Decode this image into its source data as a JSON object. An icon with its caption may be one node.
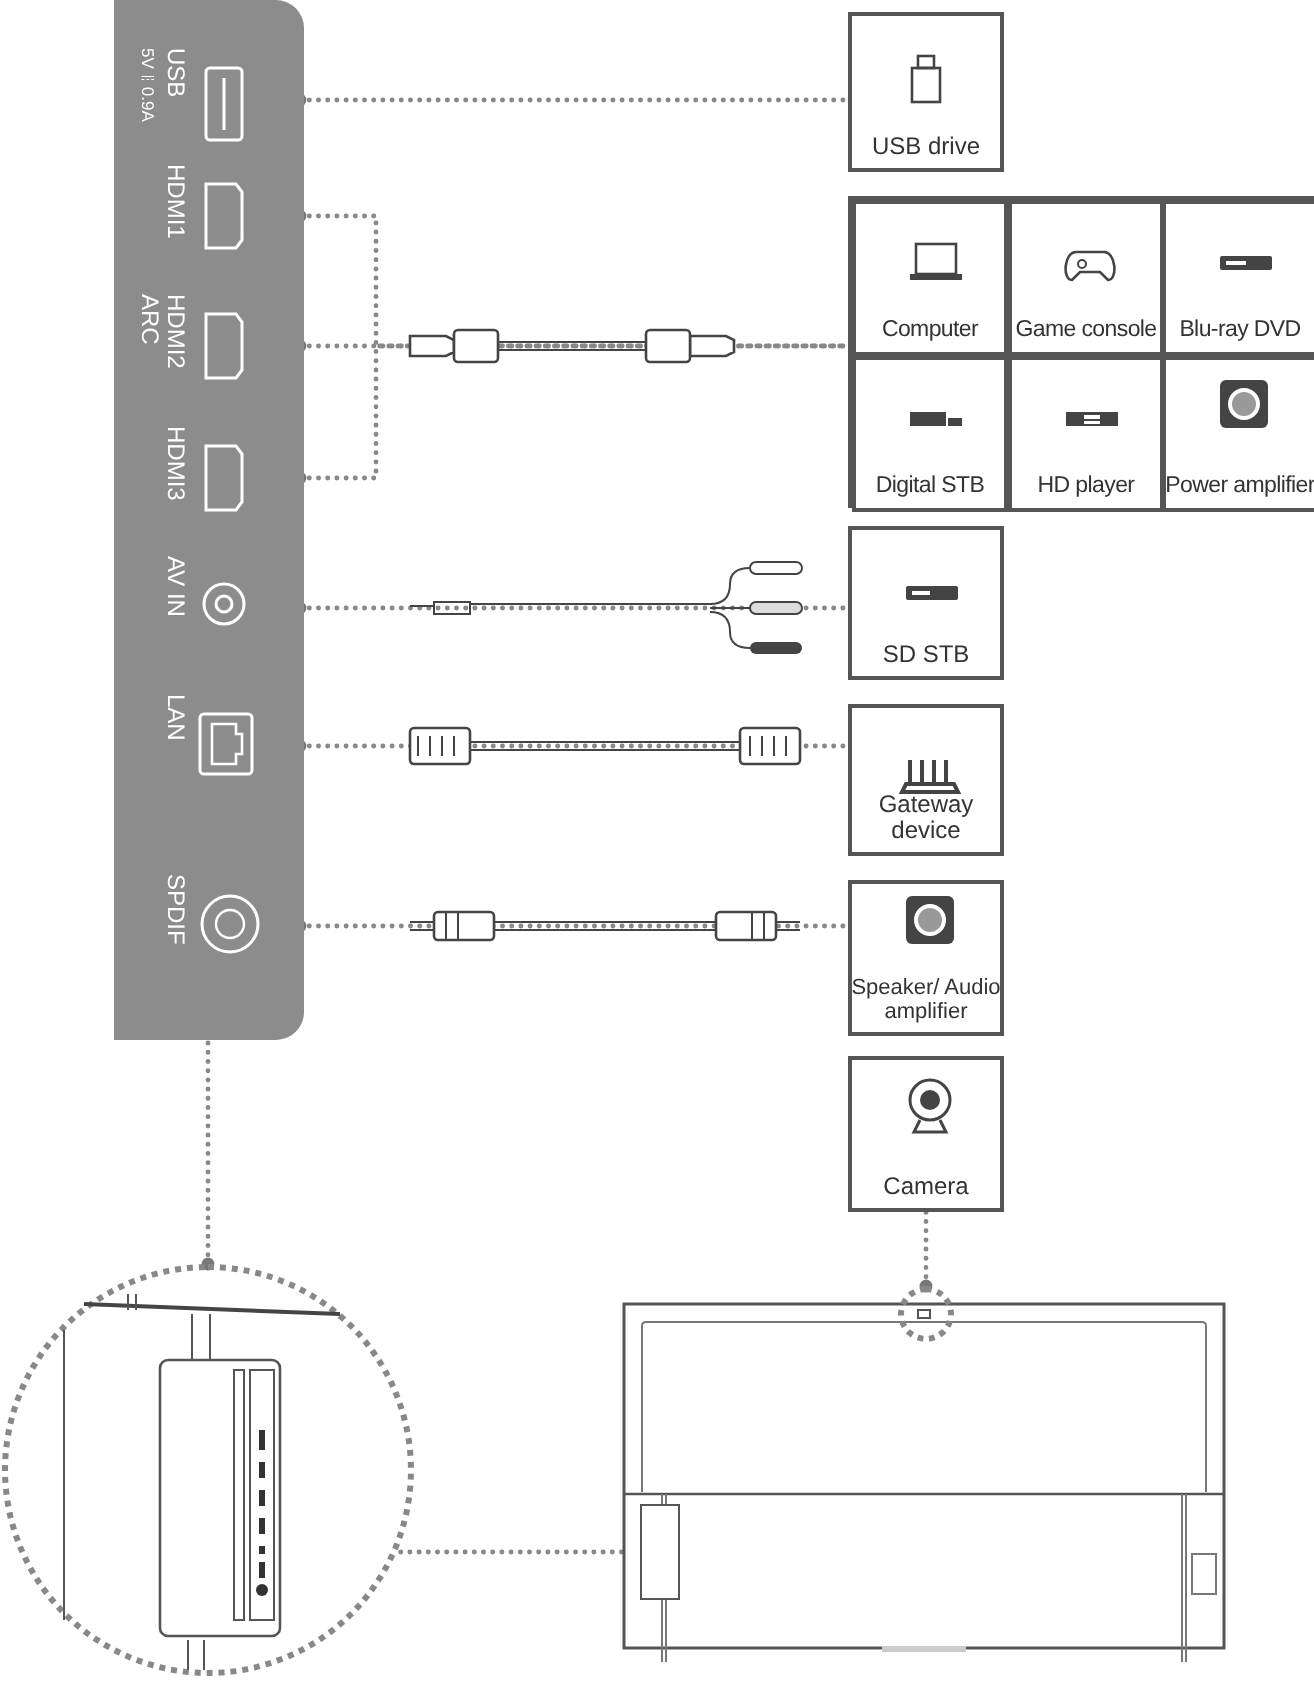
{
  "diagram": {
    "nodes": [
      {
        "text": [],
        "shape": "box"
      },
      {
        "text": [
          "USB",
          "5V⎓0.9A"
        ],
        "in": 0
      },
      {
        "text": [
          "HDMI1"
        ],
        "in": 0
      },
      {
        "text": [
          "HDMI2 ARC"
        ],
        "in": 0
      },
      {
        "text": [
          "HDMI3"
        ],
        "in": 0
      },
      {
        "text": [
          "AV IN"
        ],
        "in": 0
      },
      {
        "text": [
          "LAN"
        ],
        "in": 0
      },
      {
        "text": [
          "SPDIF"
        ],
        "in": 0
      },
      {
        "text": [
          "USB drive"
        ]
      },
      {
        "text": [],
        "shape": "box"
      },
      {
        "text": [
          "Computer"
        ],
        "in": 9
      },
      {
        "text": [
          "Game console"
        ],
        "in": 9
      },
      {
        "text": [
          "Blu-ray DVD"
        ],
        "in": 9
      },
      {
        "text": [
          "Digital STB"
        ],
        "in": 9
      },
      {
        "text": [
          "HD player"
        ],
        "in": 9
      },
      {
        "text": [
          "Power amplifier"
        ],
        "in": 9
      },
      {
        "text": [
          "SD STB"
        ]
      },
      {
        "text": [
          "Gateway device"
        ]
      },
      {
        "text": [
          "Speaker/ Audio amplifier"
        ]
      },
      {
        "text": [
          "Camera"
        ]
      },
      {
        "text": [],
        "shape": "circle"
      },
      {
        "text": [],
        "shape": "picture"
      },
      {
        "text": [],
        "shape": "circle",
        "in": 21
      },
      {
        "text": [],
        "shape": "box",
        "in": 21
      }
    ],
    "edges": [
      {
        "from": 1,
        "to": 8,
        "arrow": "other",
        "style": "dashed"
      },
      {
        "from": 2,
        "to": 9,
        "arrow": "other",
        "style": "dashed"
      },
      {
        "from": 3,
        "to": 9,
        "arrow": "other",
        "style": "dashed"
      },
      {
        "from": 4,
        "to": 9,
        "arrow": "other",
        "style": "dashed"
      },
      {
        "from": 5,
        "to": 16,
        "arrow": "other",
        "style": "dashed"
      },
      {
        "from": 6,
        "to": 17,
        "arrow": "other",
        "style": "dashed"
      },
      {
        "from": 7,
        "to": 18,
        "arrow": "other",
        "style": "dashed"
      },
      {
        "from": 20,
        "to": 0,
        "arrow": "other",
        "style": "dashed"
      },
      {
        "from": 22,
        "to": 19,
        "arrow": "other",
        "style": "dashed"
      },
      {
        "from": 23,
        "to": 20,
        "arrow": "other",
        "style": "dashed"
      }
    ]
  }
}
